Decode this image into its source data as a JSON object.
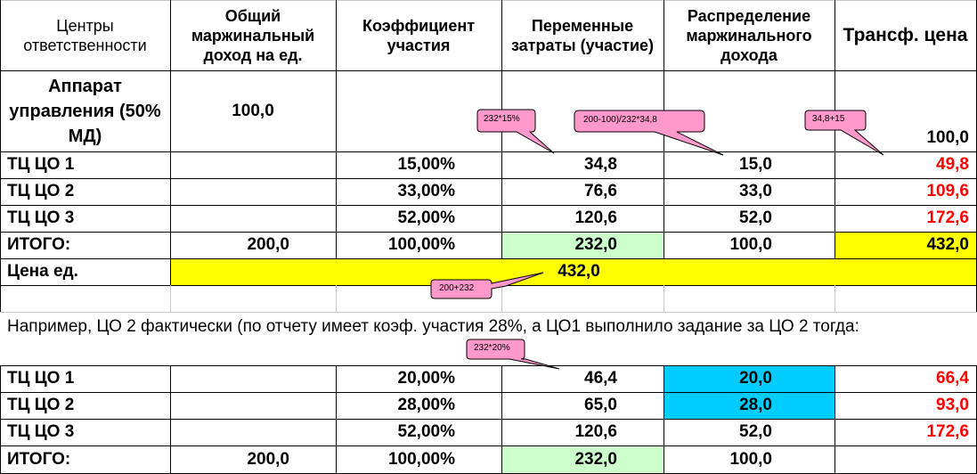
{
  "header": {
    "col1": "Центры ответственности",
    "col2": "Общий маржинальный доход на ед.",
    "col3": "Коэффициент участия",
    "col4": "Переменные затраты (участие)",
    "col5": "Распределение маржинального дохода",
    "col6": "Трансф. цена"
  },
  "apparat": {
    "label": "Аппарат управления (50% МД)",
    "margin": "100,0",
    "price": "100,0"
  },
  "rows1": [
    {
      "name": "ТЦ  ЦО 1",
      "coef": "15,00%",
      "var": "34,8",
      "dist": "15,0",
      "price": "49,8"
    },
    {
      "name": "ТЦ  ЦО 2",
      "coef": "33,00%",
      "var": "76,6",
      "dist": "33,0",
      "price": "109,6"
    },
    {
      "name": "ТЦ  ЦО 3",
      "coef": "52,00%",
      "var": "120,6",
      "dist": "52,0",
      "price": "172,6"
    }
  ],
  "total1": {
    "name": "ИТОГО:",
    "margin": "200,0",
    "coef": "100,00%",
    "var": "232,0",
    "dist": "100,0",
    "price": "432,0"
  },
  "unit_price": {
    "label": "Цена ед.",
    "value": "432,0"
  },
  "note": "Например, ЦО 2 фактически (по отчету имеет коэф. участия 28%, а ЦО1 выполнило задание за ЦО 2 тогда:",
  "rows2": [
    {
      "name": "ТЦ  ЦО 1",
      "coef": "20,00%",
      "var": "46,4",
      "dist": "20,0",
      "price": "66,4"
    },
    {
      "name": "ТЦ  ЦО 2",
      "coef": "28,00%",
      "var": "65,0",
      "dist": "28,0",
      "price": "93,0"
    },
    {
      "name": "ТЦ  ЦО 3",
      "coef": "52,00%",
      "var": "120,6",
      "dist": "52,0",
      "price": "172,6"
    }
  ],
  "total2": {
    "name": "ИТОГО:",
    "margin": "200,0",
    "coef": "100,00%",
    "var": "232,0",
    "dist": "100,0"
  },
  "callouts": {
    "c1": "232*15%",
    "c2": "200-100)/232*34,8",
    "c3": "34,8+15",
    "c4": "200+232",
    "c5": "232*20%"
  },
  "colors": {
    "yellow": "#ffff00",
    "green": "#ccffcc",
    "blue": "#00ccff",
    "callout": "#ff99cc",
    "red": "#ff0000"
  }
}
